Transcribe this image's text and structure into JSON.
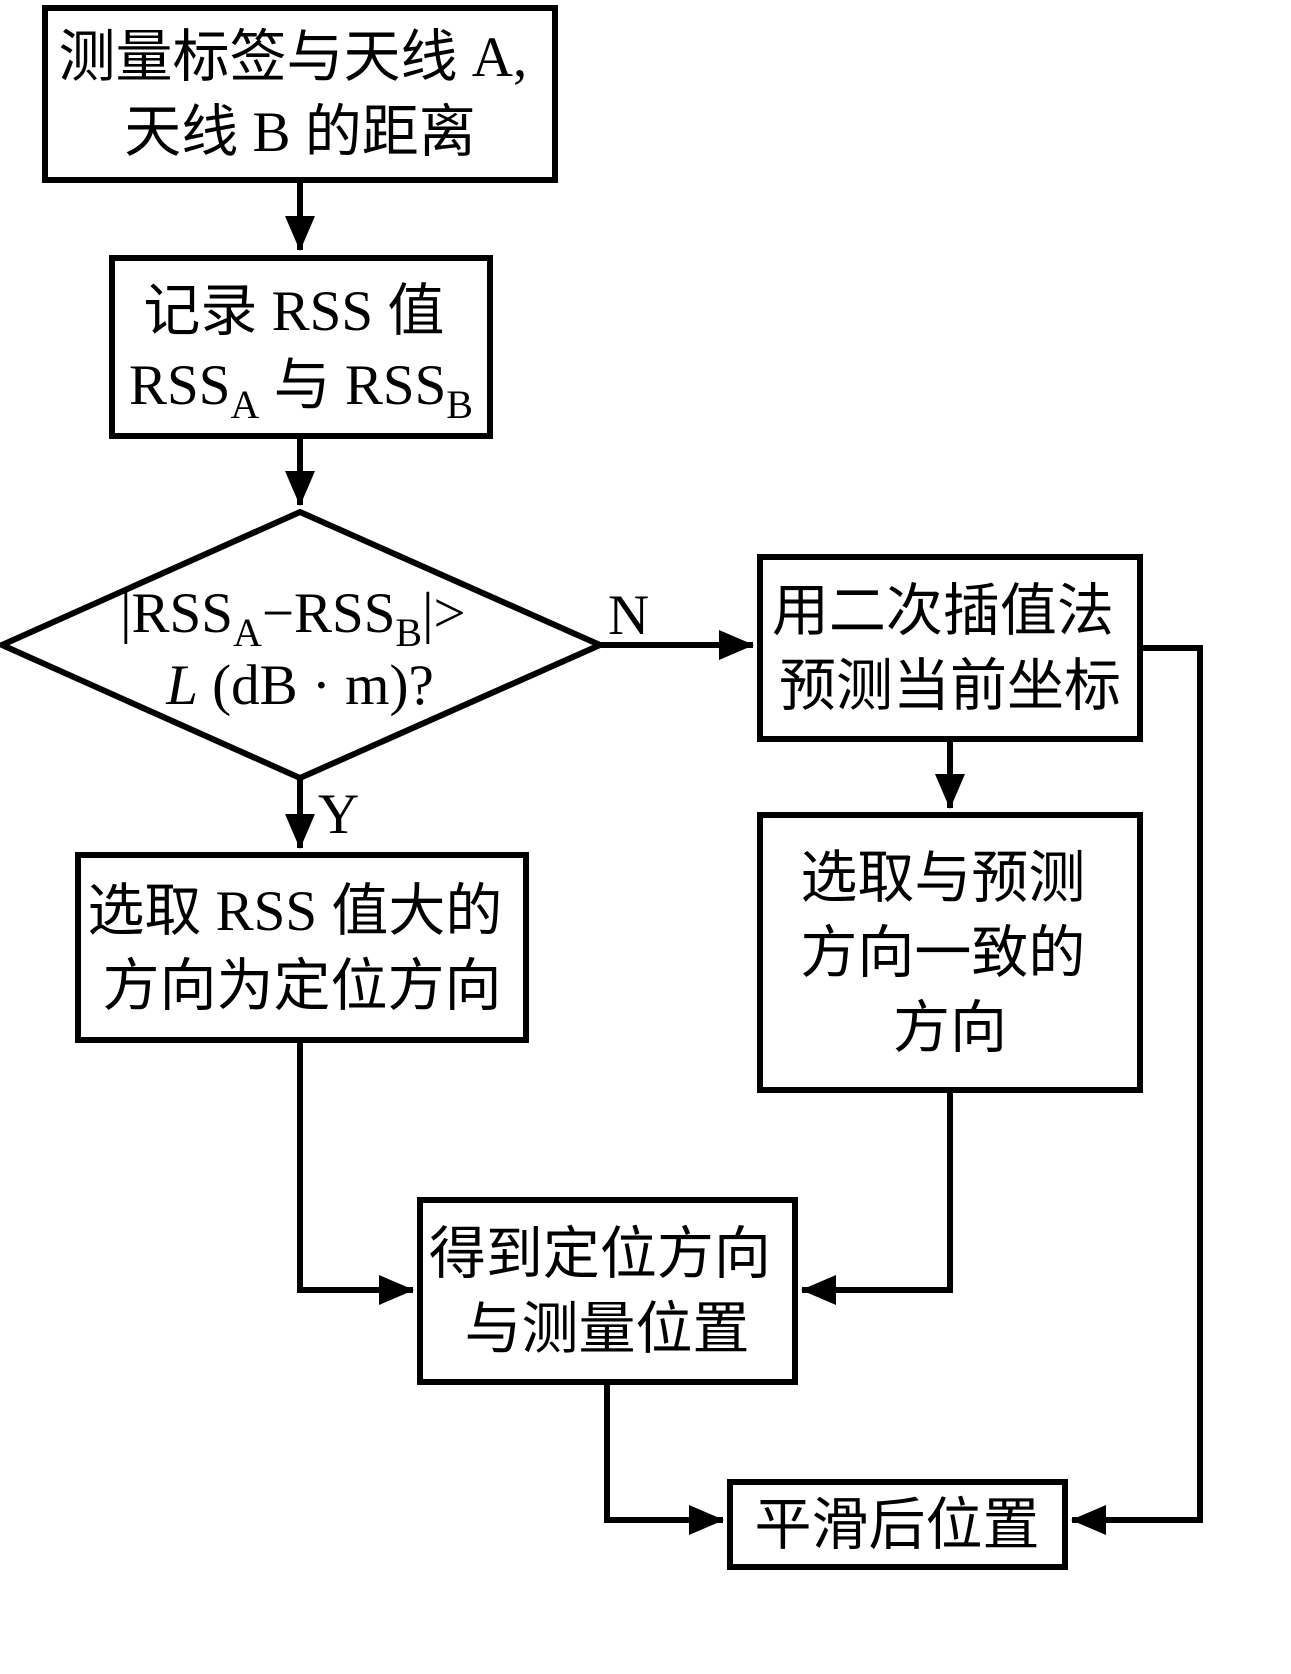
{
  "nodes": {
    "measure": {
      "line1": "测量标签与天线 A,",
      "line2": "天线 B 的距离"
    },
    "record": {
      "line1": "记录 RSS 值",
      "line2": {
        "base1": "RSS",
        "sub1": "A",
        "mid": " 与 ",
        "base2": "RSS",
        "sub2": "B"
      }
    },
    "decision": {
      "line1": {
        "p1": "|RSS",
        "sub1": "A",
        "p2": "−RSS",
        "sub2": "B",
        "p3": "|>"
      },
      "line2": {
        "var": "L",
        "rest": " (dB · m)?"
      }
    },
    "predict": {
      "line1": "用二次插值法",
      "line2": "预测当前坐标"
    },
    "select_larger_rss": {
      "line1": "选取 RSS 值大的",
      "line2": "方向为定位方向"
    },
    "select_predicted": {
      "line1": "选取与预测",
      "line2": "方向一致的",
      "line3": "方向"
    },
    "obtain_position": {
      "line1": "得到定位方向",
      "line2": "与测量位置"
    },
    "smoothed_position": {
      "label": "平滑后位置"
    }
  },
  "branch_labels": {
    "no": "N",
    "yes": "Y"
  },
  "colors": {
    "stroke": "#000000",
    "fill": "#ffffff",
    "text": "#000000"
  }
}
